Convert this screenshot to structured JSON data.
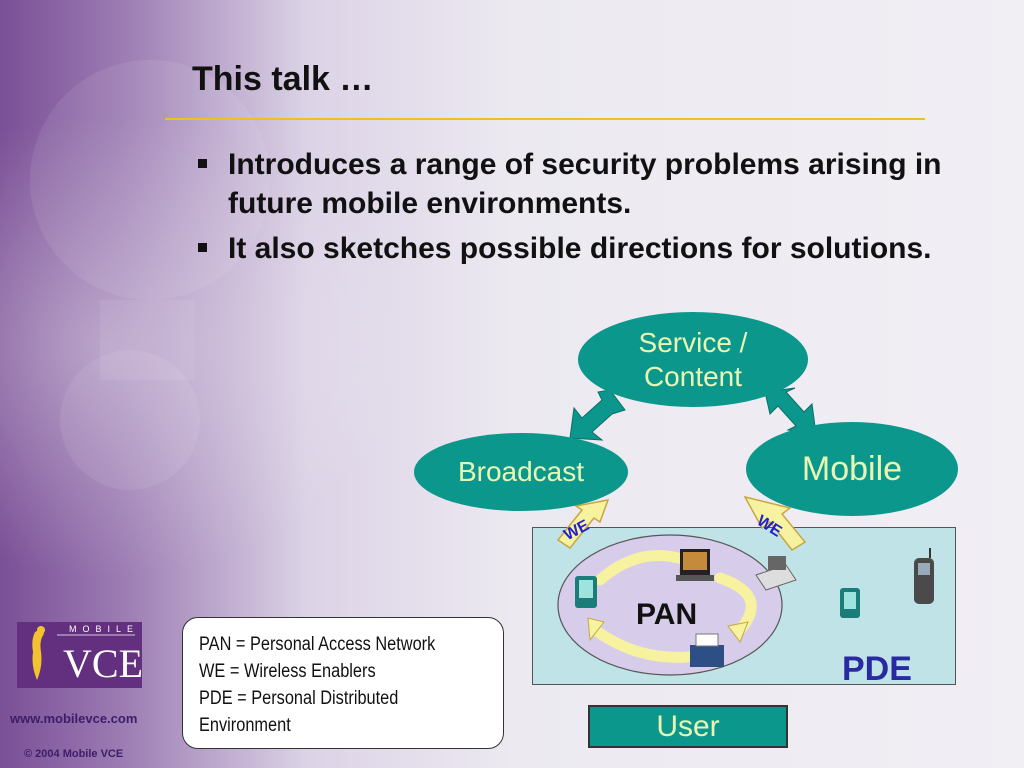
{
  "slide": {
    "title": "This talk …",
    "bullets": [
      "Introduces a range of security problems arising in future mobile environments.",
      "It also sketches possible directions for solutions."
    ]
  },
  "diagram": {
    "service_line1": "Service /",
    "service_line2": "Content",
    "broadcast": "Broadcast",
    "mobile": "Mobile",
    "we_left": "WE",
    "we_right": "WE",
    "pan": "PAN",
    "pde": "PDE",
    "user": "User"
  },
  "legend": {
    "line1": "PAN = Personal Access Network",
    "line2": "WE = Wireless Enablers",
    "line3": "PDE = Personal Distributed",
    "line4": "Environment"
  },
  "branding": {
    "logo_top": "MOBILE",
    "logo_main": "VCE",
    "website": "www.mobilevce.com",
    "copyright": "© 2004 Mobile VCE"
  },
  "colors": {
    "node_fill": "#0c978d",
    "node_text": "#e8f8b4",
    "rule": "#f0c020",
    "pde_box": "#bfe3e6",
    "pan_ring": "#d7cdea",
    "we_arrow": "#f6f2a0",
    "logo": "#62307e"
  }
}
